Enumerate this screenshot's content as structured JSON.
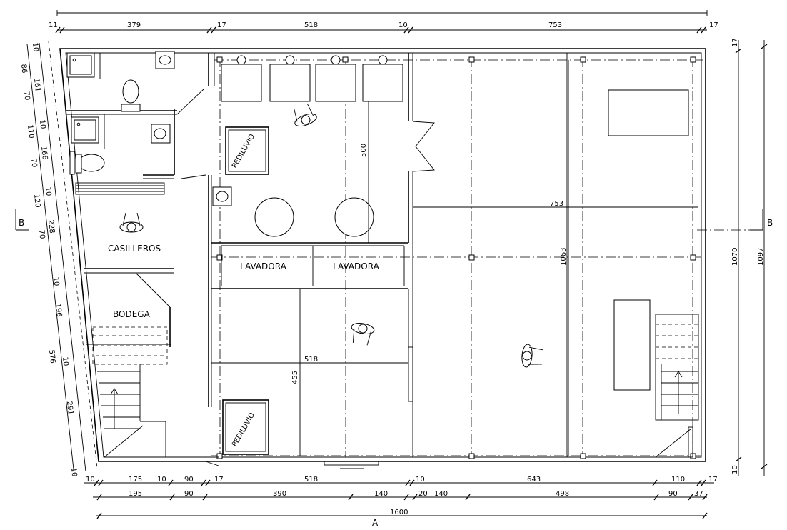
{
  "rooms": {
    "casilleros": "CASILLEROS",
    "bodega": "BODEGA",
    "lavadora_1": "LAVADORA",
    "lavadora_2": "LAVADORA",
    "pediluvio_top": "PEDILUVIO",
    "pediluvio_bottom": "PEDILUVIO"
  },
  "section_markers": {
    "left": "B",
    "right": "B",
    "bottom": "A"
  },
  "dims_top": [
    "11",
    "379",
    "17",
    "518",
    "10",
    "753",
    "17"
  ],
  "dims_bottom_1": [
    "10",
    "175",
    "10",
    "90",
    "17",
    "518",
    "10",
    "643",
    "110",
    "17"
  ],
  "dims_bottom_2": [
    "195",
    "90",
    "390",
    "140",
    "20",
    "140",
    "498",
    "90",
    "37"
  ],
  "dims_bottom_total": "1600",
  "dims_right": {
    "upper": "17",
    "inner": "1070",
    "outer": "1097",
    "lower": "10"
  },
  "dims_left": [
    "10",
    "86",
    "161",
    "70",
    "10",
    "110",
    "166",
    "70",
    "10",
    "120",
    "228",
    "70",
    "10",
    "196",
    "576",
    "10",
    "291",
    "10"
  ],
  "dims_interior": {
    "d500": "500",
    "d753": "753",
    "d1063": "1063",
    "d518": "518",
    "d455": "455"
  }
}
